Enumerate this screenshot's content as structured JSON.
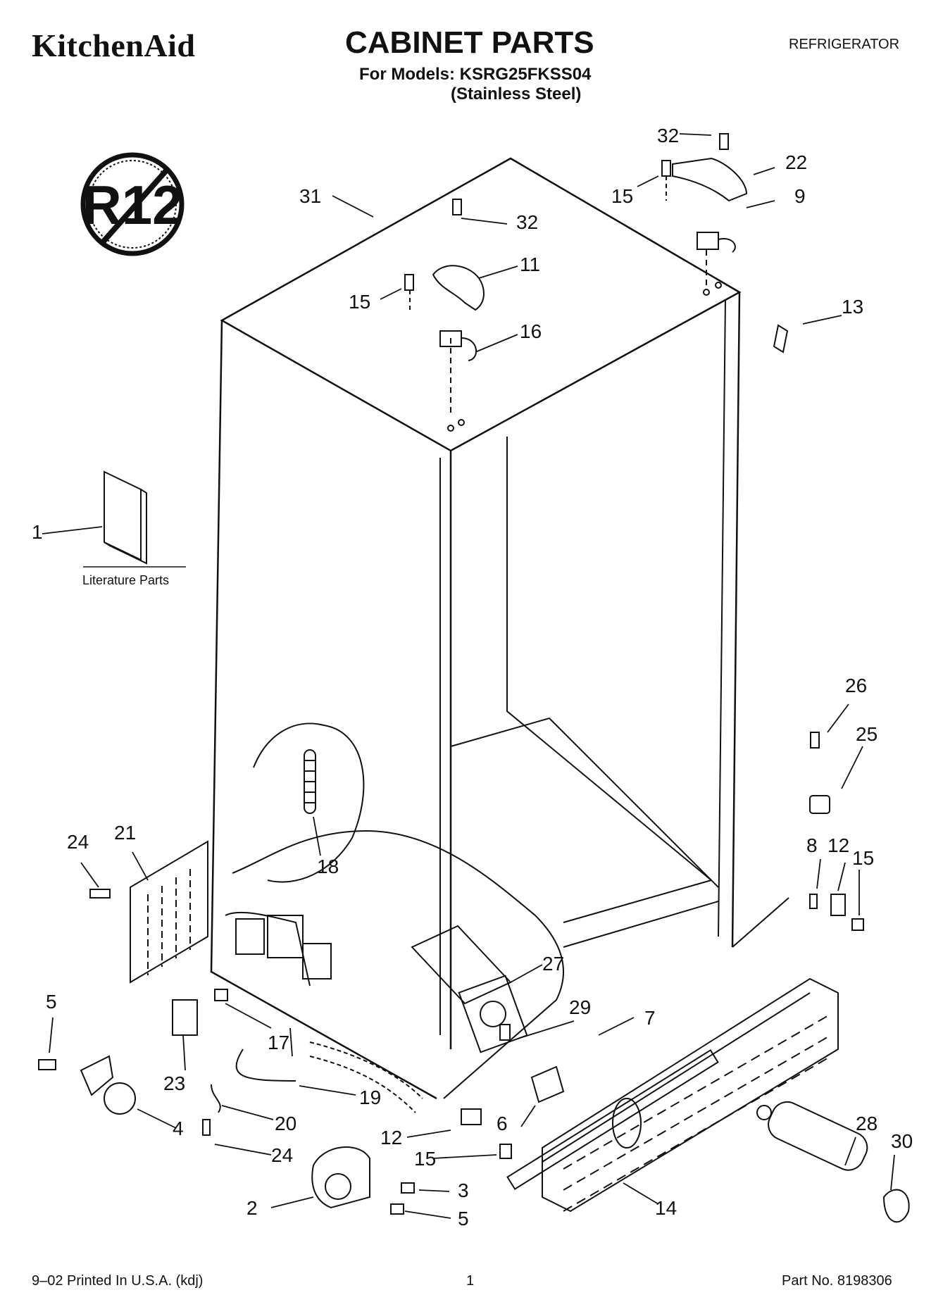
{
  "header": {
    "brand": "KitchenAid",
    "title": "CABINET PARTS",
    "models_line": "For Models: KSRG25FKSS04",
    "finish_line": "(Stainless Steel)",
    "category": "REFRIGERATOR"
  },
  "badge": {
    "text": "R12",
    "icon": "no-r12-prohibition-icon"
  },
  "literature_label": "Literature Parts",
  "callouts": {
    "c31": "31",
    "c32a": "32",
    "c32b": "32",
    "c22": "22",
    "c15a": "15",
    "c9": "9",
    "c11": "11",
    "c15b": "15",
    "c13": "13",
    "c16": "16",
    "c1": "1",
    "c26": "26",
    "c25": "25",
    "c24a": "24",
    "c21": "21",
    "c18": "18",
    "c8": "8",
    "c12a": "12",
    "c15c": "15",
    "c27": "27",
    "c5a": "5",
    "c29": "29",
    "c7": "7",
    "c17": "17",
    "c23": "23",
    "c19": "19",
    "c28": "28",
    "c20": "20",
    "c6": "6",
    "c30": "30",
    "c4": "4",
    "c12b": "12",
    "c24b": "24",
    "c15d": "15",
    "c3": "3",
    "c2": "2",
    "c5b": "5",
    "c14": "14"
  },
  "footer": {
    "printed": "9–02 Printed In U.S.A. (kdj)",
    "page": "1",
    "part_no": "Part No. 8198306"
  }
}
